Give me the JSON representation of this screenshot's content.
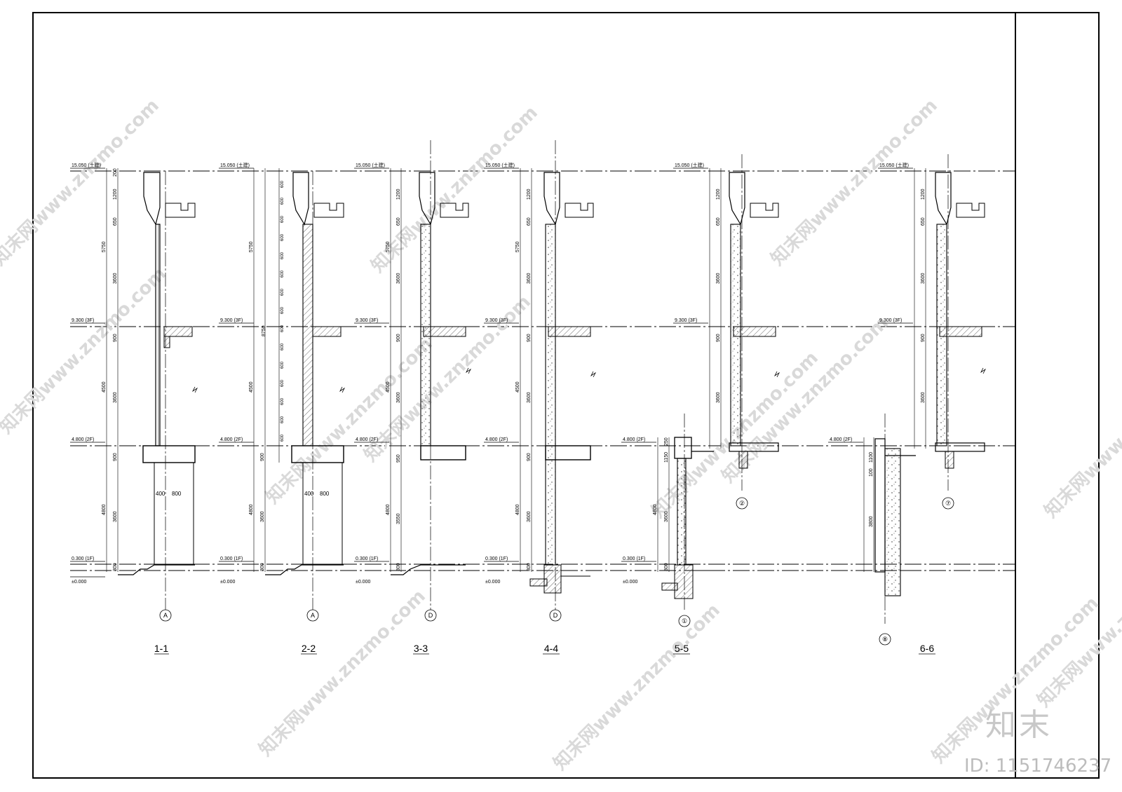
{
  "sheet": {
    "levels": {
      "roof": "15.050 (土建)",
      "f3": "9.300 (3F)",
      "f2": "4.800 (2F)",
      "f1": "0.300 (1F)",
      "ground": "±0.000"
    },
    "dims": {
      "d100": "100",
      "d200": "200",
      "d1200": "1200",
      "d650": "650",
      "d5750": "5750",
      "d3600": "3600",
      "d900": "900",
      "d4500": "4500",
      "d4800": "4800",
      "d300": "300",
      "d8750": "8750",
      "d600": "600",
      "d950": "950",
      "d3550": "3550",
      "d1150": "1150",
      "d250": "250",
      "d1100": "1100",
      "d3800": "3800",
      "d400": "400",
      "d800": "800"
    },
    "sections": [
      {
        "title": "1-1",
        "axis": "A"
      },
      {
        "title": "2-2",
        "axis": "A"
      },
      {
        "title": "3-3",
        "axis": "D"
      },
      {
        "title": "4-4",
        "axis": "D"
      },
      {
        "title": "5-5",
        "axis": "①"
      },
      {
        "title": "",
        "axis": "②"
      },
      {
        "title": "",
        "axis": "⑧"
      },
      {
        "title": "6-6",
        "axis": "⑦"
      }
    ],
    "watermark": "知末网www.znzmo.com",
    "brand": "知末",
    "id_label": "ID: 1151746237"
  }
}
